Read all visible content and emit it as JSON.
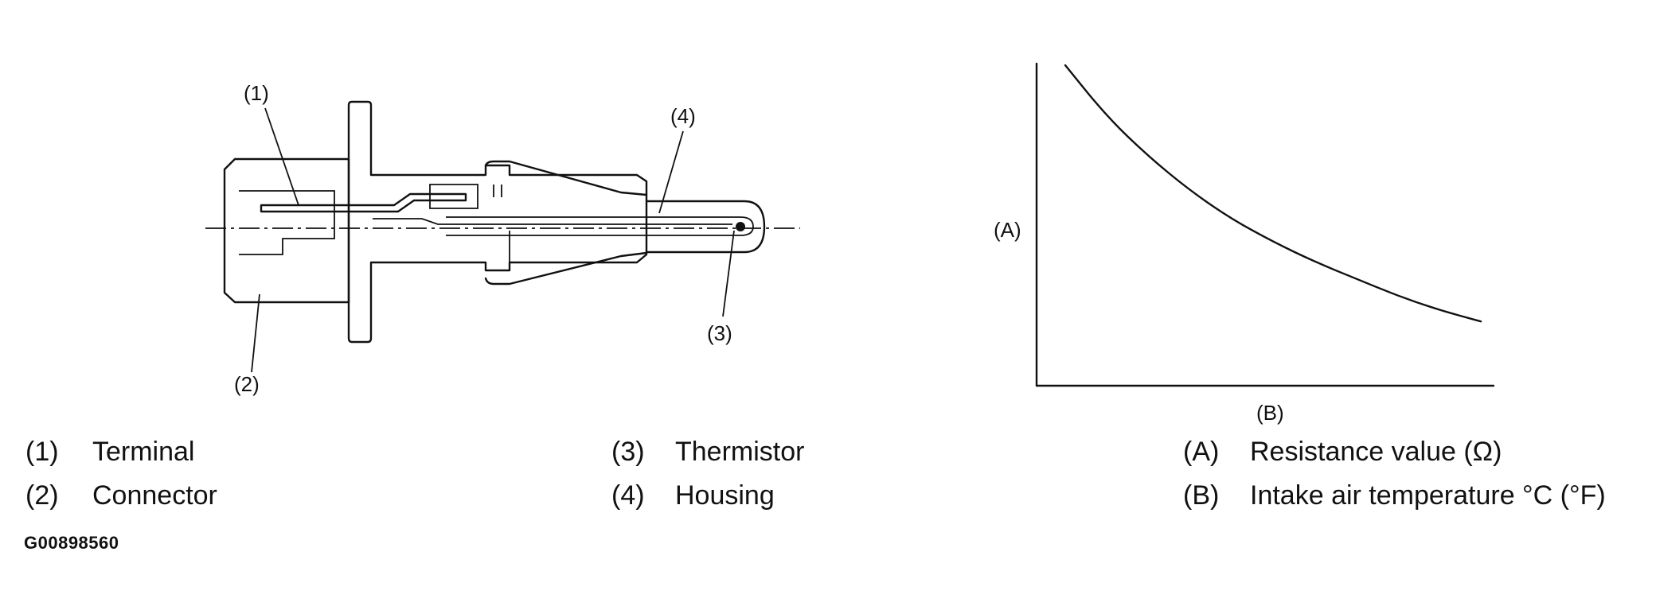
{
  "sensor_diagram": {
    "callouts": {
      "terminal": "(1)",
      "connector": "(2)",
      "thermistor": "(3)",
      "housing": "(4)"
    }
  },
  "graph": {
    "y_axis_label": "(A)",
    "x_axis_label": "(B)"
  },
  "chart_data": {
    "type": "line",
    "series": [
      {
        "x": [
          0,
          0.1,
          0.2,
          0.3,
          0.4,
          0.5,
          0.6,
          0.7,
          0.8,
          0.9,
          1.0
        ],
        "y": [
          1.0,
          0.82,
          0.68,
          0.56,
          0.46,
          0.38,
          0.31,
          0.25,
          0.19,
          0.14,
          0.1
        ]
      }
    ],
    "xlabel": "(B)",
    "ylabel": "(A)",
    "trend": "decreasing"
  },
  "legend": [
    {
      "key": "(1)",
      "text": "Terminal"
    },
    {
      "key": "(2)",
      "text": "Connector"
    },
    {
      "key": "(3)",
      "text": "Thermistor"
    },
    {
      "key": "(4)",
      "text": "Housing"
    },
    {
      "key": "(A)",
      "text": "Resistance value (Ω)"
    },
    {
      "key": "(B)",
      "text": "Intake air temperature °C (°F)"
    }
  ],
  "figure_id": "G00898560"
}
